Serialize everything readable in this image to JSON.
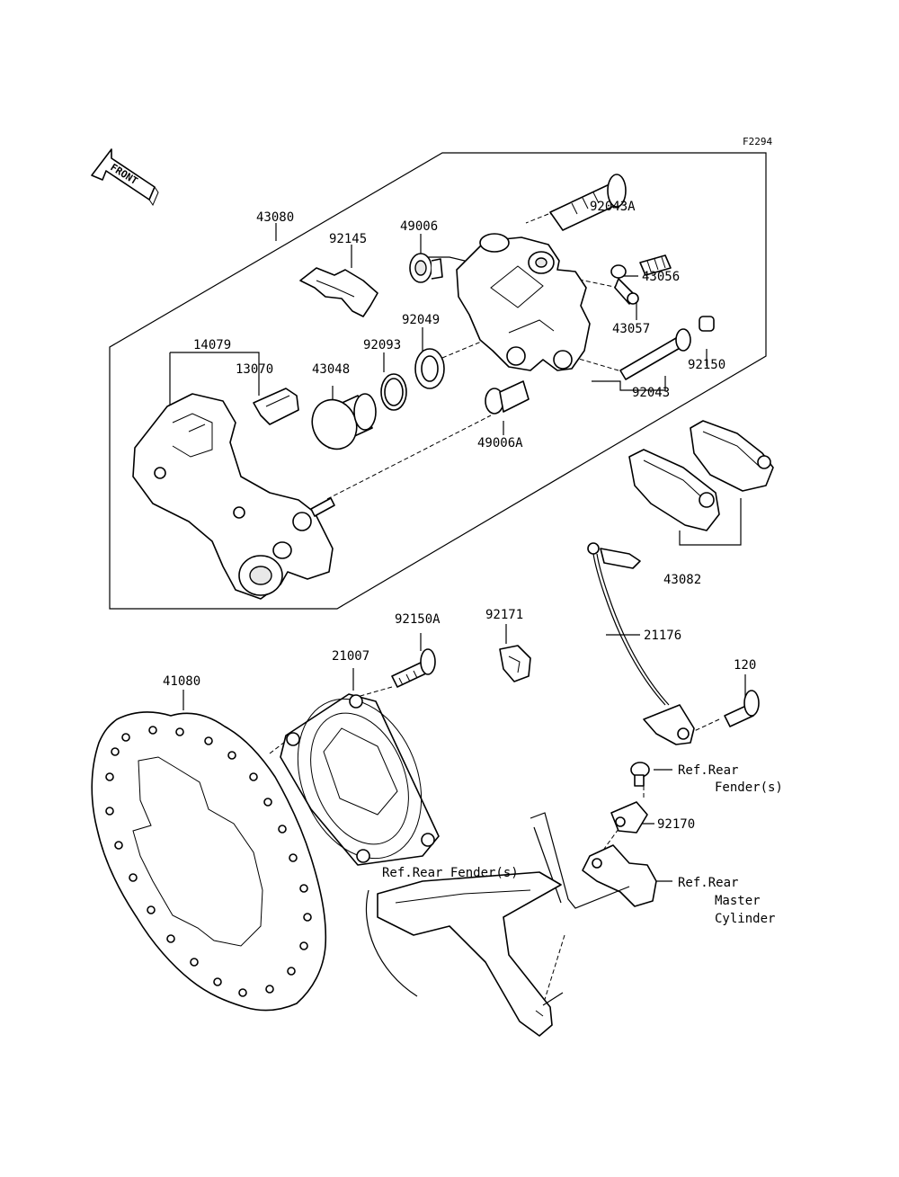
{
  "figure_code": "F2294",
  "front_label": "FRONT",
  "labels": {
    "43080": "43080",
    "92145": "92145",
    "49006": "49006",
    "92043A": "92043A",
    "43056": "43056",
    "92049": "92049",
    "43057": "43057",
    "14079": "14079",
    "92093": "92093",
    "13070": "13070",
    "43048": "43048",
    "92150": "92150",
    "92043": "92043",
    "49006A": "49006A",
    "43082": "43082",
    "92150A": "92150A",
    "92171": "92171",
    "21007": "21007",
    "21176": "21176",
    "41080": "41080",
    "120": "120",
    "92170": "92170"
  },
  "refs": {
    "rear_fender_right_1": "Ref.Rear",
    "rear_fender_right_2": "Fender(s)",
    "rear_fender_left": "Ref.Rear Fender(s)",
    "master_cyl_1": "Ref.Rear",
    "master_cyl_2": "Master",
    "master_cyl_3": "Cylinder"
  }
}
